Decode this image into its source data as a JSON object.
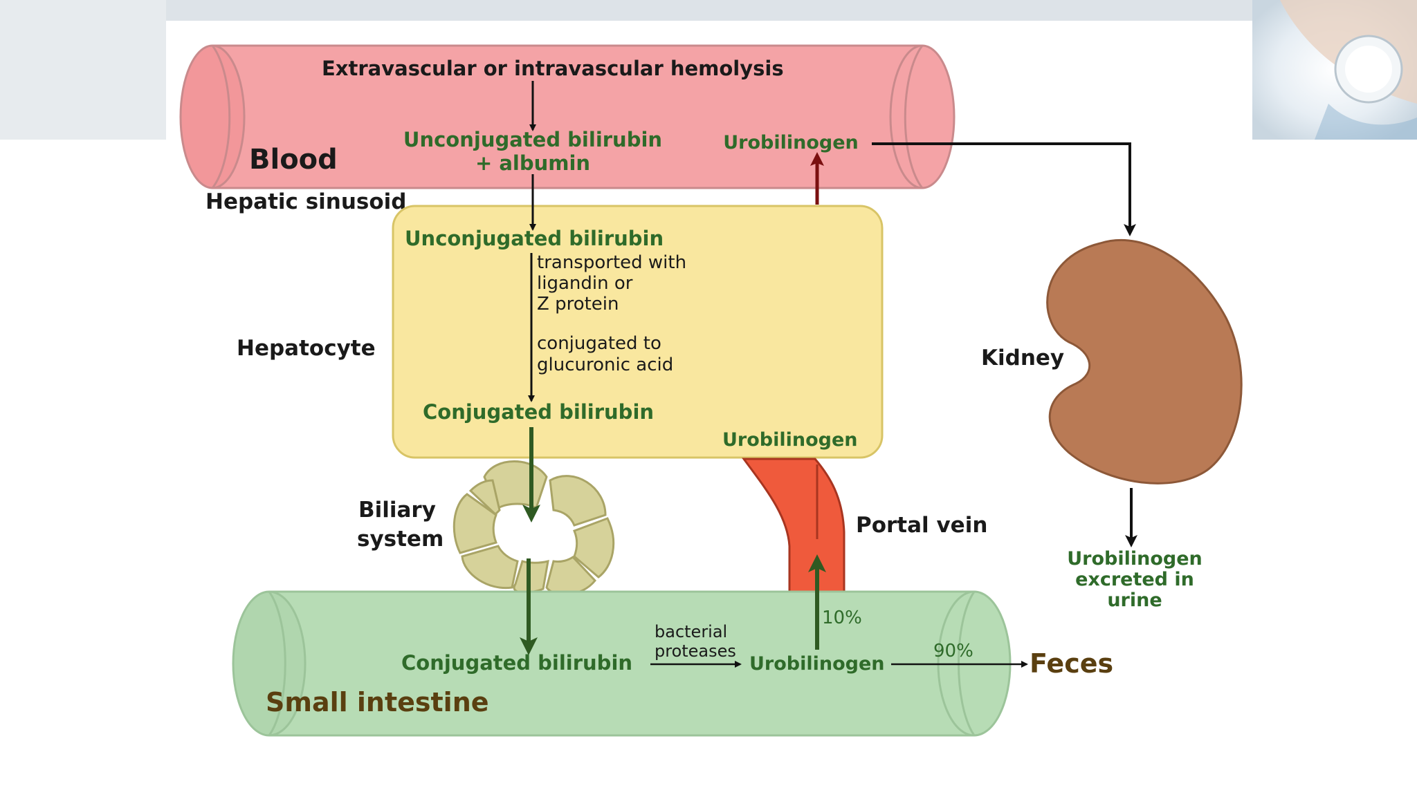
{
  "labels": {
    "hemolysis": "Extravascular or intravascular hemolysis",
    "blood": "Blood",
    "unconj_albumin_1": "Unconjugated bilirubin",
    "unconj_albumin_2": "+ albumin",
    "urobilinogen_blood": "Urobilinogen",
    "hepatic_sinusoid": "Hepatic sinusoid",
    "unconj_hepatocyte": "Unconjugated bilirubin",
    "transport_1": "transported with",
    "transport_2": "ligandin or",
    "transport_3": "Z protein",
    "conjugate_1": "conjugated to",
    "conjugate_2": "glucuronic acid",
    "hepatocyte": "Hepatocyte",
    "conj_hepatocyte": "Conjugated bilirubin",
    "urobilinogen_hepatocyte": "Urobilinogen",
    "kidney": "Kidney",
    "biliary_1": "Biliary",
    "biliary_2": "system",
    "portal_vein": "Portal vein",
    "urine_1": "Urobilinogen",
    "urine_2": "excreted in",
    "urine_3": "urine",
    "pct_10": "10%",
    "pct_90": "90%",
    "bacterial_1": "bacterial",
    "bacterial_2": "proteases",
    "conj_intestine": "Conjugated bilirubin",
    "urobilinogen_intestine": "Urobilinogen",
    "feces": "Feces",
    "small_intestine": "Small intestine"
  },
  "colors": {
    "blood_vessel": "#f4a3a6",
    "hepatocyte": "#f9e79f",
    "intestine": "#b7dcb5",
    "kidney": "#b97a55",
    "portal_vein": "#ef5a3c",
    "biliary": "#d6d29a",
    "green_text": "#2f6b2a",
    "dark_red_arrow": "#7a1010",
    "green_arrow": "#2f5a22"
  },
  "icons": {
    "corner_photo": "doctor-stethoscope-photo"
  }
}
